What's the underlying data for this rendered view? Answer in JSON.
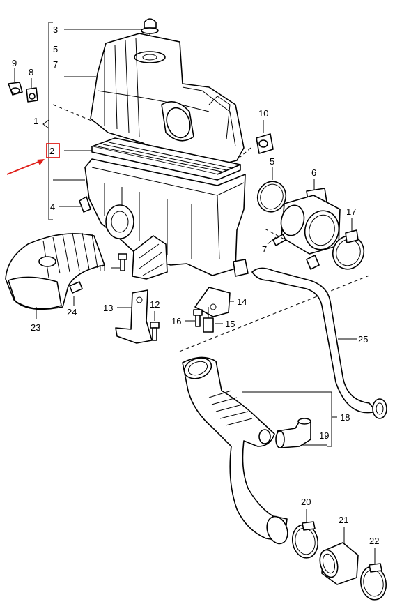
{
  "labels": {
    "l1": "1",
    "l2": "2",
    "l3": "3",
    "l4": "4",
    "l5a": "5",
    "l5b": "5",
    "l6": "6",
    "l7a": "7",
    "l7b": "7",
    "l8": "8",
    "l9": "9",
    "l10": "10",
    "l11": "11",
    "l12": "12",
    "l13": "13",
    "l14": "14",
    "l15": "15",
    "l16": "16",
    "l17": "17",
    "l18": "18",
    "l19": "19",
    "l20": "20",
    "l21": "21",
    "l22": "22",
    "l23": "23",
    "l24": "24",
    "l25": "25"
  },
  "colors": {
    "highlight": "#e0201b",
    "ink": "#000000",
    "paper": "#ffffff"
  }
}
